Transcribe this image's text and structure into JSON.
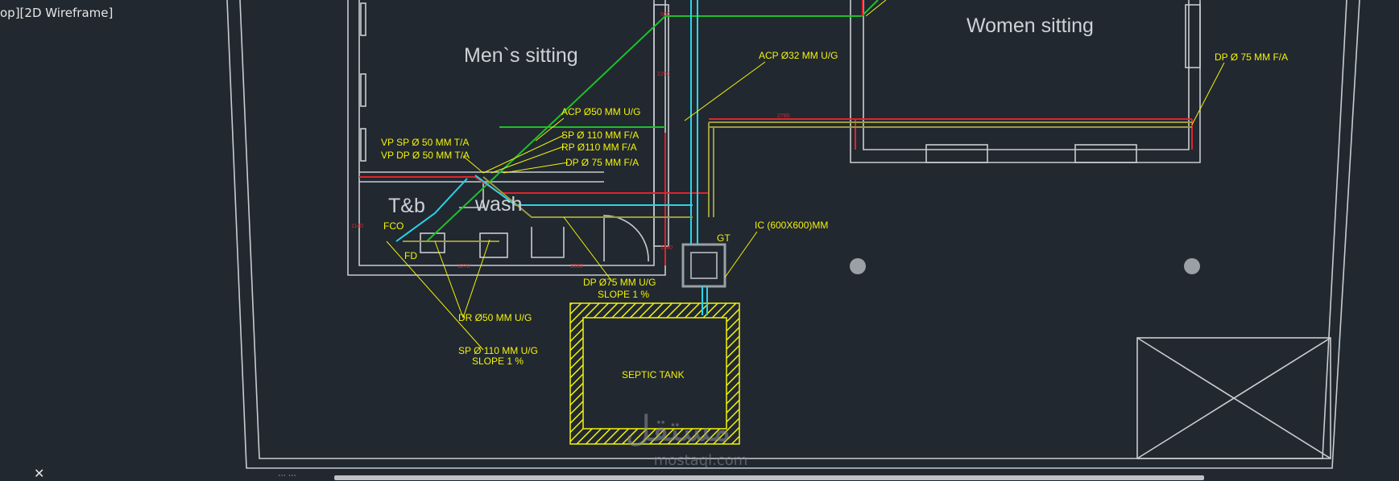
{
  "viewport": {
    "label": "op][2D Wireframe]"
  },
  "rooms": {
    "men": "Men`s sitting",
    "women": "Women sitting",
    "tb": "T&b",
    "wash": "wash"
  },
  "labels": {
    "acp50": "ACP Ø50 MM U/G",
    "acp32": "ACP Ø32 MM U/G",
    "dp75_top": "DP Ø 75 MM F/A",
    "vp_sp": "VP SP Ø 50 MM T/A",
    "vp_dp": "VP DP Ø 50 MM T/A",
    "sp110": "SP Ø 110 MM F/A",
    "rp110": "RP  Ø110 MM F/A",
    "dp75_mid": "DP Ø 75 MM F/A",
    "ic": "IC (600X600)MM",
    "gt": "GT",
    "dp75_ug": "DP Ø75 MM U/G",
    "slope1": "SLOPE 1 %",
    "dr50": "DR Ø50 MM U/G",
    "sp110_ug": "SP Ø 110 MM U/G",
    "slope2": "SLOPE 1 %",
    "septic": "SEPTIC TANK",
    "fd": "FD",
    "fco": "FCO"
  },
  "dimensions": [
    "1140",
    "1270",
    "3350",
    "2780",
    "2250",
    "1140",
    "500"
  ],
  "watermark": {
    "arabic": "مستقل",
    "latin": "mostaql.com"
  },
  "colors": {
    "background": "#212830",
    "wall": "#c9ccd0",
    "annotation": "#f2f20a",
    "green_pipe": "#1fbf2a",
    "red_pipe": "#e0242a",
    "cyan_pipe": "#2ad4e8",
    "olive_pipe": "#9d9a3a"
  },
  "icons": {
    "ucs": "ucs-axis-icon",
    "scroll_dots": "⋯ ⋯"
  }
}
